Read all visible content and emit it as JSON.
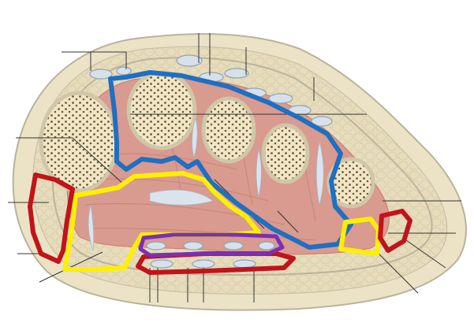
{
  "colors": {
    "skin": "#ece3c7",
    "fat": "#e7dcbc",
    "fascia": "#c7c2b0",
    "muscle": "#d99a8f",
    "muscle_dark": "#c97a72",
    "bone_fill": "#f1e6c6",
    "bone_cortex": "#cfc7a8",
    "bone_pores": "#6b5a3a",
    "tendon": "#d7e1ea",
    "tendon_outline": "#8fa3b5",
    "leader": "#333333",
    "outline_blue": "#1f6fc2",
    "outline_yellow": "#ffef00",
    "outline_red": "#c0141a",
    "outline_purple": "#7b2fb5"
  },
  "highlight_regions": [
    {
      "id": "region-blue",
      "color": "outline_blue"
    },
    {
      "id": "region-yellow-large",
      "color": "outline_yellow"
    },
    {
      "id": "region-yellow-small",
      "color": "outline_yellow"
    },
    {
      "id": "region-red-left",
      "color": "outline_red"
    },
    {
      "id": "region-red-right",
      "color": "outline_red"
    },
    {
      "id": "region-red-bottom",
      "color": "outline_red"
    },
    {
      "id": "region-purple",
      "color": "outline_purple"
    }
  ]
}
